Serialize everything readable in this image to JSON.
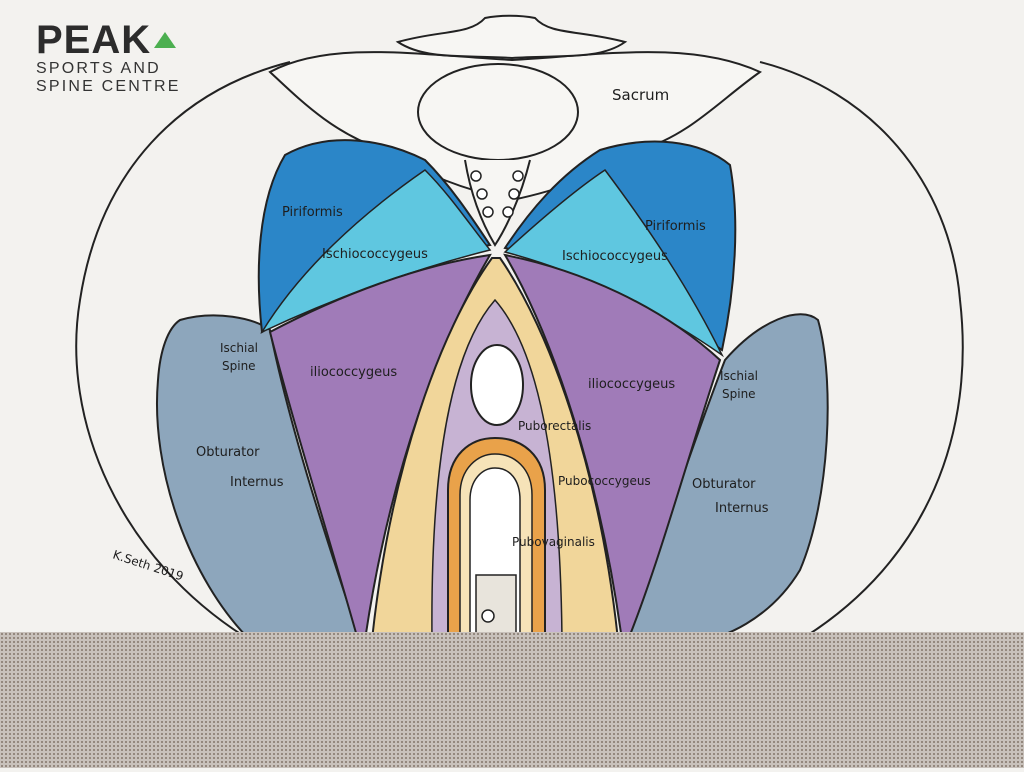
{
  "logo": {
    "brand": "PEAK",
    "line1": "SPORTS AND",
    "line2": "SPINE CENTRE",
    "accent_color": "#4caf50"
  },
  "labels": {
    "sacrum": "Sacrum",
    "piriformis_left": "Piriformis",
    "piriformis_right": "Piriformis",
    "ischiococcygeus_left": "Ischiococcygeus",
    "ischiococcygeus_right": "Ischiococcygeus",
    "ischial_spine_left_1": "Ischial",
    "ischial_spine_left_2": "Spine",
    "ischial_spine_right_1": "Ischial",
    "ischial_spine_right_2": "Spine",
    "iliococcygeus_left": "iliococcygeus",
    "iliococcygeus_right": "iliococcygeus",
    "puborectalis": "Puborectalis",
    "pubococcygeus": "Pubococcygeus",
    "pubovaginalis": "Pubovaginalis",
    "obturator_left_1": "Obturator",
    "obturator_left_2": "Internus",
    "obturator_right_1": "Obturator",
    "obturator_right_2": "Internus"
  },
  "signature": "K.Seth 2019",
  "colors": {
    "piriformis": "#2b86c8",
    "ischiococcygeus": "#5fc7e0",
    "iliococcygeus": "#a07bb8",
    "pubococcygeus": "#f1d69a",
    "puborectalis": "#e9a24a",
    "obturator": "#8da6bc",
    "outline": "#222222"
  }
}
